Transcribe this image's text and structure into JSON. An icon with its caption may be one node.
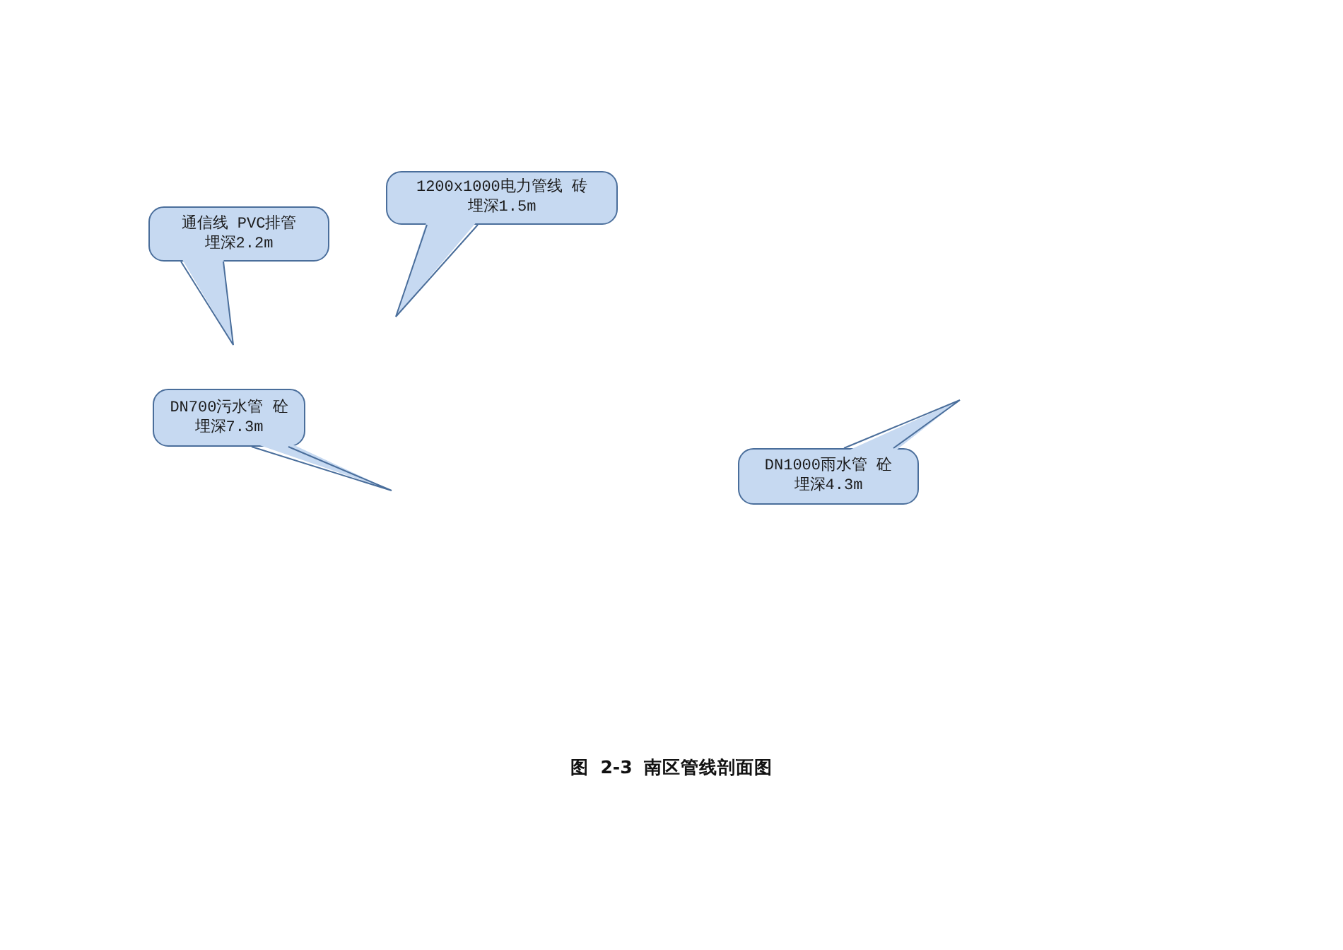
{
  "diagram": {
    "caption": "图 2-3 南区管线剖面图",
    "nodes": [
      {
        "text": [
          "通信线 PVC排管",
          "埋深2.2m"
        ]
      },
      {
        "text": [
          "1200x1000电力管线 砖",
          "埋深1.5m"
        ]
      },
      {
        "text": [
          "DN700污水管 砼",
          "埋深7.3m"
        ]
      },
      {
        "text": [
          "DN1000雨水管 砼",
          "埋深4.3m"
        ]
      }
    ]
  }
}
